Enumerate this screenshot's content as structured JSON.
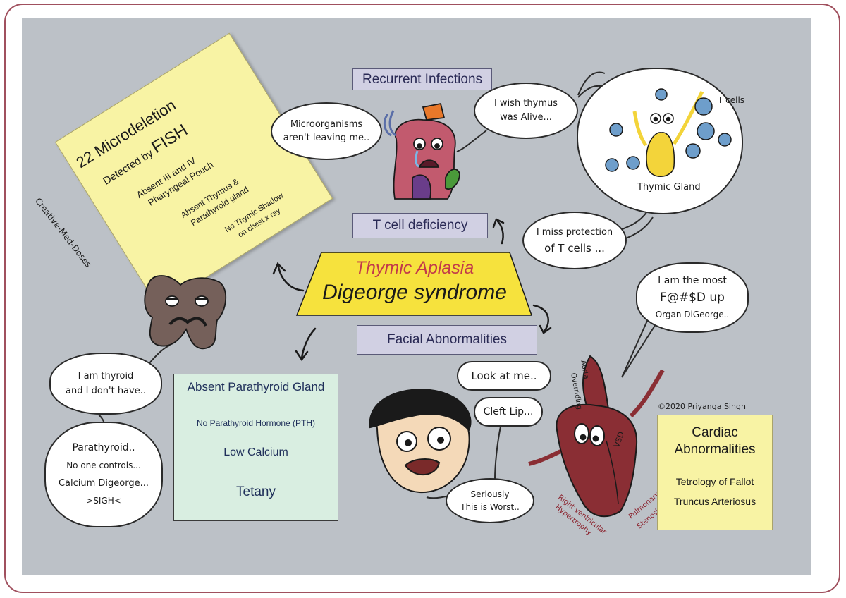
{
  "title": {
    "line1": "Thymic Aplasia",
    "line2": "Digeorge syndrome"
  },
  "microdeletion": {
    "heading": "22 Microdeletion",
    "detected": "Detected by",
    "fish": "FISH",
    "pouch1": "Absent III and IV",
    "pouch2": "Pharyngeal Pouch",
    "thymus1": "Absent Thymus &",
    "thymus2": "Parathyroid gland",
    "shadow1": "No Thymic Shadow",
    "shadow2": "on chest x ray"
  },
  "watermark": "Creative-Med-Doses",
  "labels": {
    "recurrent": "Recurrent Infections",
    "tcell": "T cell deficiency",
    "facial": "Facial Abnormalities"
  },
  "bubbles": {
    "micro1": "Microorganisms",
    "micro2": "aren't leaving me..",
    "wish1": "I wish thymus",
    "wish2": "was Alive...",
    "miss1": "I miss protection",
    "miss2": "of T cells ...",
    "organ1": "I am the most",
    "organ2": "F@#$D up",
    "organ3": "Organ DiGeorge..",
    "thyroid1": "I am thyroid",
    "thyroid2": "and I don't have..",
    "para1": "Parathyroid..",
    "para2": "No one controls...",
    "para3": "Calcium Digeorge...",
    "para4": ">SIGH<",
    "look": "Look at me..",
    "cleft": "Cleft Lip...",
    "worst1": "Seriously",
    "worst2": "This is Worst.."
  },
  "thymic": {
    "tcells": "T cells",
    "gland": "Thymic Gland"
  },
  "parathyroid_box": {
    "title": "Absent Parathyroid Gland",
    "pth": "No Parathyroid Hormone (PTH)",
    "calcium": "Low Calcium",
    "tetany": "Tetany"
  },
  "cardiac": {
    "title1": "Cardiac",
    "title2": "Abnormalities",
    "item1": "Tetrology of Fallot",
    "item2": "Truncus Arteriosus"
  },
  "heart_labels": {
    "aorta1": "Overriding",
    "aorta2": "Aorta",
    "vsd": "VSD",
    "rvh1": "Right ventricular",
    "rvh2": "Hypertrophy",
    "ps1": "Pulmonary",
    "ps2": "Stenosis"
  },
  "copyright": "©2020 Priyanga Singh",
  "colors": {
    "background": "#bcc1c7",
    "frame": "#a0505e",
    "yellow_note": "#f8f3a4",
    "title_box": "#f6e23d",
    "label_box": "#d1d0e3",
    "parathyroid_box": "#d9eee1",
    "title_red": "#c23a4a",
    "heart": "#8a2e34",
    "thyroid": "#75605a"
  }
}
